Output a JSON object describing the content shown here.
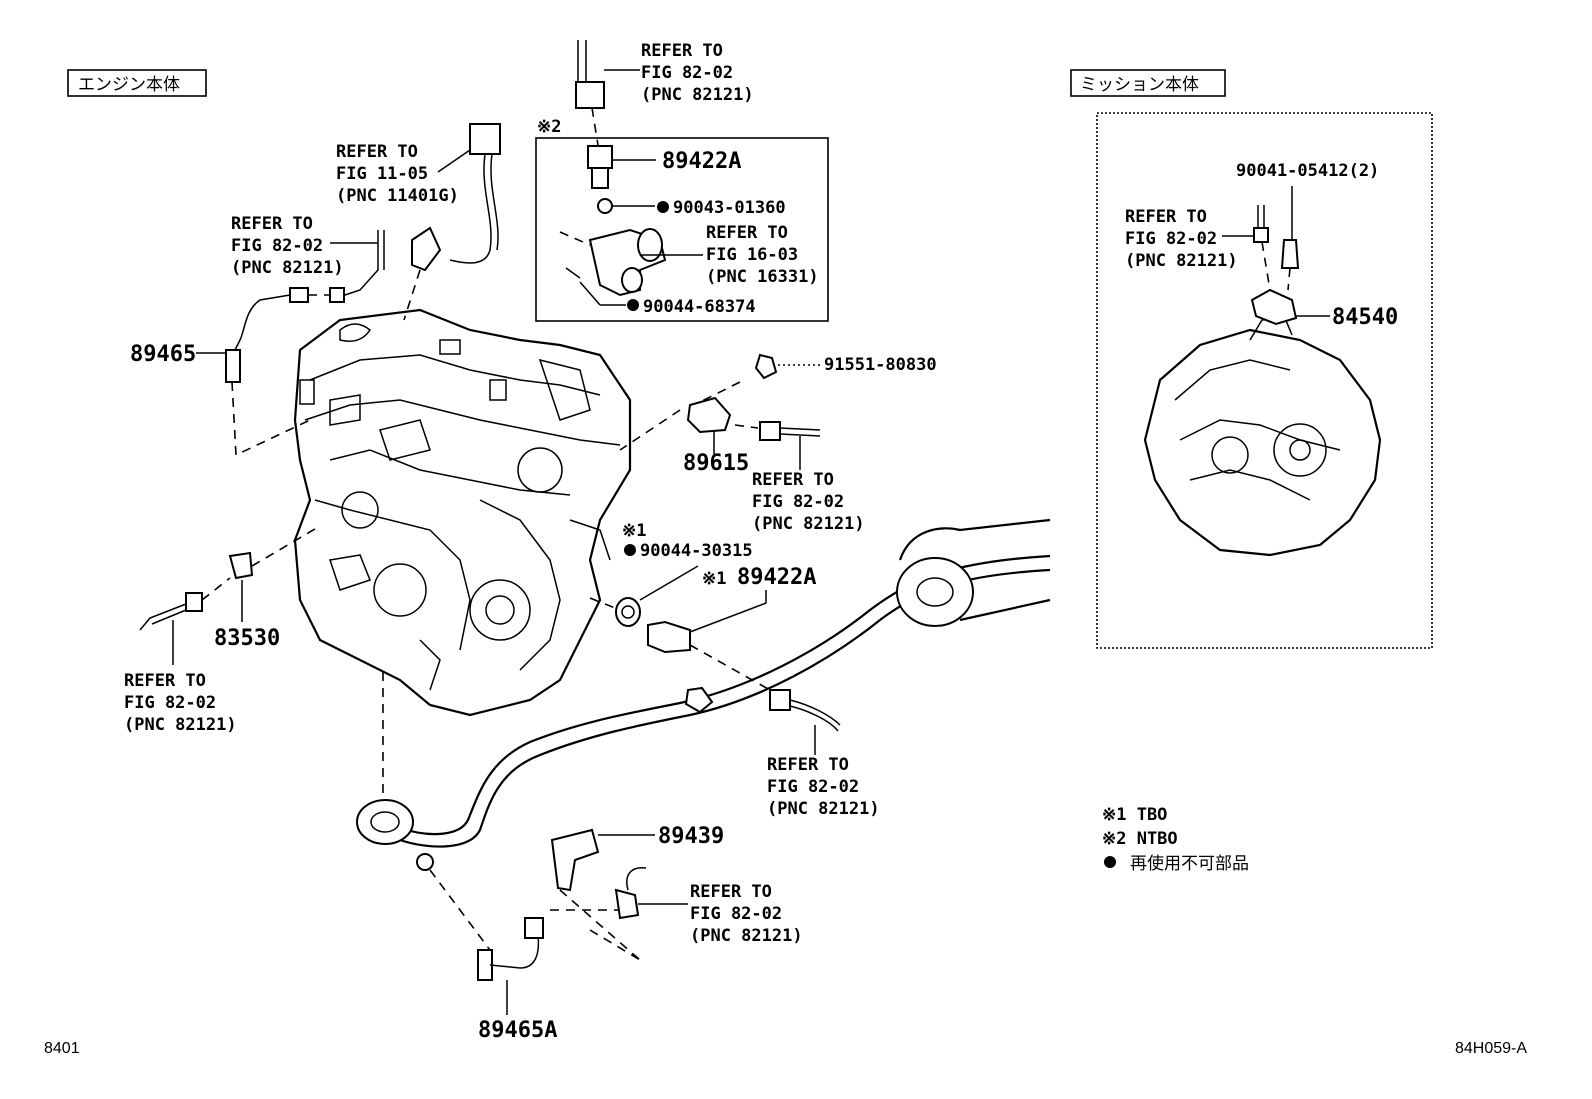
{
  "sections": {
    "engine": "エンジン本体",
    "transmission": "ミッション本体"
  },
  "refs": [
    {
      "id": "ref-top-center",
      "l1": "REFER TO",
      "l2": "FIG 82-02",
      "l3": "(PNC 82121)"
    },
    {
      "id": "ref-11-05",
      "l1": "REFER TO",
      "l2": "FIG 11-05",
      "l3": "(PNC 11401G)"
    },
    {
      "id": "ref-left-upper",
      "l1": "REFER TO",
      "l2": "FIG 82-02",
      "l3": "(PNC 82121)"
    },
    {
      "id": "ref-16-03",
      "l1": "REFER TO",
      "l2": "FIG 16-03",
      "l3": "(PNC 16331)"
    },
    {
      "id": "ref-89615",
      "l1": "REFER TO",
      "l2": "FIG 82-02",
      "l3": "(PNC 82121)"
    },
    {
      "id": "ref-left-lower",
      "l1": "REFER TO",
      "l2": "FIG 82-02",
      "l3": "(PNC 82121)"
    },
    {
      "id": "ref-center-lower",
      "l1": "REFER TO",
      "l2": "FIG 82-02",
      "l3": "(PNC 82121)"
    },
    {
      "id": "ref-bottom",
      "l1": "REFER TO",
      "l2": "FIG 82-02",
      "l3": "(PNC 82121)"
    },
    {
      "id": "ref-transmission",
      "l1": "REFER TO",
      "l2": "FIG 82-02",
      "l3": "(PNC 82121)"
    }
  ],
  "parts": {
    "p89422A_top": "89422A",
    "p90043": "90043-01360",
    "p90044_68374": "90044-68374",
    "p89465": "89465",
    "p91551": "91551-80830",
    "p89615": "89615",
    "p90044_30315": "90044-30315",
    "p89422A_lower": "89422A",
    "p83530": "83530",
    "p89439": "89439",
    "p89465A": "89465A",
    "p90041": "90041-05412(2)",
    "p84540": "84540"
  },
  "marks": {
    "note2": "※2",
    "note1": "※1",
    "note1_inline": "※1"
  },
  "legend": {
    "l1": "※1 TBO",
    "l2": "※2 NTBO",
    "l3": "再使用不可部品"
  },
  "footer": {
    "left": "8401",
    "right": "84H059-A"
  },
  "colors": {
    "ink": "#000000",
    "paper": "#ffffff"
  }
}
